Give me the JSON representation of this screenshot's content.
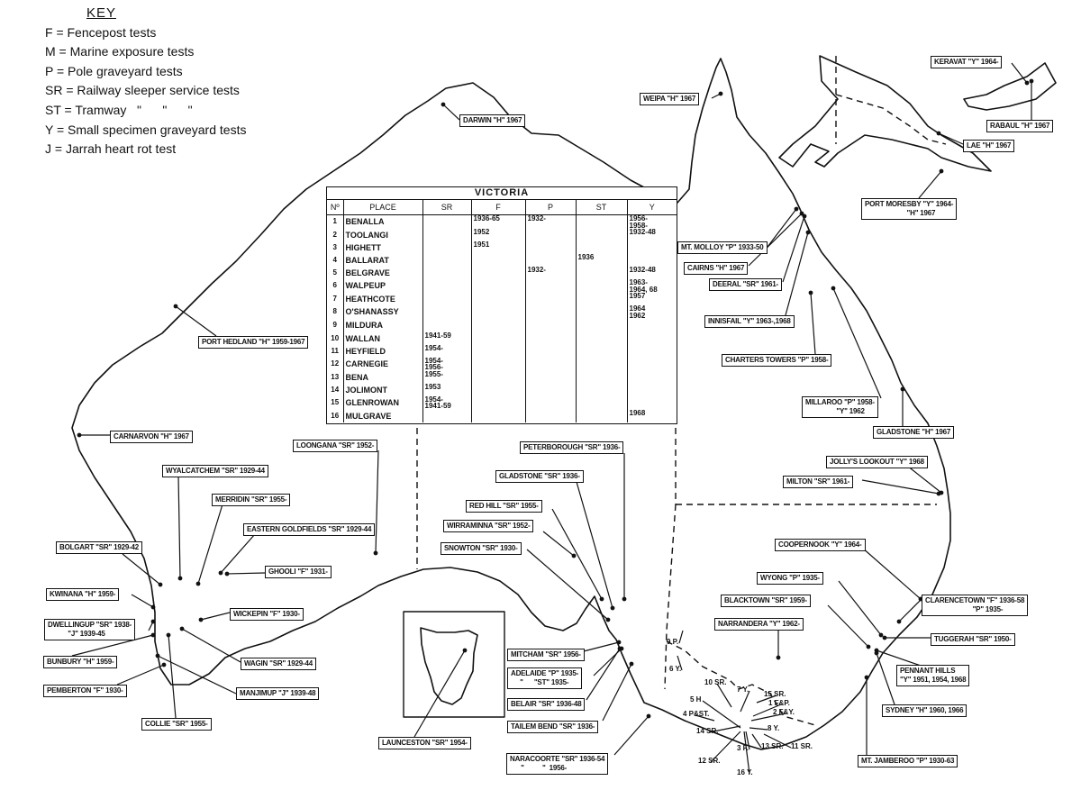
{
  "key": {
    "title": "KEY",
    "items": [
      "F = Fencepost tests",
      "M = Marine exposure tests",
      "P = Pole graveyard tests",
      "SR = Railway sleeper service tests",
      "ST = Tramway   \"      \"      \"",
      "Y = Small specimen graveyard tests",
      "J = Jarrah heart rot test"
    ]
  },
  "victoria_table": {
    "title": "VICTORIA",
    "headers": [
      "Nº",
      "PLACE",
      "SR",
      "F",
      "P",
      "ST",
      "Y"
    ],
    "rows": [
      {
        "no": "1",
        "place": "BENALLA",
        "sr": "",
        "f": "1936-65",
        "p": "1932-",
        "st": "",
        "y": "1956-\n1958-"
      },
      {
        "no": "2",
        "place": "TOOLANGI",
        "sr": "",
        "f": "1952",
        "p": "",
        "st": "",
        "y": "1932-48"
      },
      {
        "no": "3",
        "place": "HIGHETT",
        "sr": "",
        "f": "1951",
        "p": "",
        "st": "",
        "y": ""
      },
      {
        "no": "4",
        "place": "BALLARAT",
        "sr": "",
        "f": "",
        "p": "",
        "st": "1936",
        "y": ""
      },
      {
        "no": "5",
        "place": "BELGRAVE",
        "sr": "",
        "f": "",
        "p": "1932-",
        "st": "",
        "y": "1932-48"
      },
      {
        "no": "6",
        "place": "WALPEUP",
        "sr": "",
        "f": "",
        "p": "",
        "st": "",
        "y": "1963-\n1964, 68"
      },
      {
        "no": "7",
        "place": "HEATHCOTE",
        "sr": "",
        "f": "",
        "p": "",
        "st": "",
        "y": "1957"
      },
      {
        "no": "8",
        "place": "O'SHANASSY",
        "sr": "",
        "f": "",
        "p": "",
        "st": "",
        "y": "1964\n1962"
      },
      {
        "no": "9",
        "place": "MILDURA",
        "sr": "",
        "f": "",
        "p": "",
        "st": "",
        "y": ""
      },
      {
        "no": "10",
        "place": "WALLAN",
        "sr": "1941-59",
        "f": "",
        "p": "",
        "st": "",
        "y": ""
      },
      {
        "no": "11",
        "place": "HEYFIELD",
        "sr": "1954-",
        "f": "",
        "p": "",
        "st": "",
        "y": ""
      },
      {
        "no": "12",
        "place": "CARNEGIE",
        "sr": "1954-\n1956-",
        "f": "",
        "p": "",
        "st": "",
        "y": ""
      },
      {
        "no": "13",
        "place": "BENA",
        "sr": "1955-",
        "f": "",
        "p": "",
        "st": "",
        "y": ""
      },
      {
        "no": "14",
        "place": "JOLIMONT",
        "sr": "1953",
        "f": "",
        "p": "",
        "st": "",
        "y": ""
      },
      {
        "no": "15",
        "place": "GLENROWAN",
        "sr": "1954-\n1941-59",
        "f": "",
        "p": "",
        "st": "",
        "y": ""
      },
      {
        "no": "16",
        "place": "MULGRAVE",
        "sr": "",
        "f": "",
        "p": "",
        "st": "",
        "y": "1968"
      }
    ]
  },
  "callouts": [
    "DARWIN \"H\" 1967",
    "WEIPA \"H\" 1967",
    "KERAVAT \"Y\" 1964-",
    "RABAUL \"H\" 1967",
    "LAE \"H\" 1967",
    "PORT MORESBY \"Y\" 1964-\n                       \"H\" 1967",
    "MT. MOLLOY \"P\" 1933-50",
    "CAIRNS \"H\" 1967",
    "DEERAL \"SR\" 1961-",
    "INNISFAIL \"Y\" 1963-,1968",
    "CHARTERS TOWERS \"P\" 1958-",
    "MILLAROO \"P\" 1958-\n                 \"Y\" 1962",
    "GLADSTONE \"H\" 1967",
    "JOLLY'S LOOKOUT \"Y\" 1968",
    "MILTON \"SR\" 1961-",
    "COOPERNOOK \"Y\" 1964-",
    "WYONG \"P\" 1935-",
    "BLACKTOWN \"SR\" 1959-",
    "NARRANDERA \"Y\" 1962-",
    "CLARENCETOWN \"F\" 1936-58\n                          \"P\" 1935-",
    "TUGGERAH \"SR\" 1950-",
    "PENNANT HILLS\n\"Y\" 1951, 1954, 1968",
    "SYDNEY \"H\" 1960, 1966",
    "MT. JAMBEROO \"P\" 1930-63",
    "PORT HEDLAND \"H\" 1959-1967",
    "CARNARVON \"H\" 1967",
    "LOONGANA \"SR\" 1952-",
    "WYALCATCHEM \"SR\" 1929-44",
    "MERRIDIN \"SR\" 1955-",
    "EASTERN GOLDFIELDS \"SR\" 1929-44",
    "BOLGART \"SR\" 1929-42",
    "GHOOLI \"F\" 1931-",
    "KWINANA \"H\" 1959-",
    "WICKEPIN \"F\" 1930-",
    "DWELLINGUP \"SR\" 1938-\n           \"J\" 1939-45",
    "BUNBURY \"H\" 1959-",
    "WAGIN \"SR\" 1929-44",
    "PEMBERTON \"F\" 1930-",
    "MANJIMUP \"J\" 1939-48",
    "COLLIE \"SR\" 1955-",
    "PETERBOROUGH \"SR\" 1936-",
    "GLADSTONE \"SR\" 1936-",
    "RED HILL \"SR\" 1955-",
    "WIRRAMINNA \"SR\" 1952-",
    "SNOWTON \"SR\" 1930-",
    "MITCHAM \"SR\" 1956-",
    "ADELAIDE \"P\" 1935-\n     \"      \"ST\" 1935-",
    "BELAIR \"SR\" 1936-48",
    "TAILEM BEND \"SR\" 1936-",
    "LAUNCESTON \"SR\" 1954-",
    "NARACOORTE \"SR\" 1936-54\n      \"          \"  1956-"
  ],
  "victoria_markers": [
    "9 P.",
    "6 Y.",
    "10 SR.",
    "7 Y.",
    "15 SR.",
    "1 F&P.",
    "2 F&Y.",
    "5 H",
    "4 P&ST.",
    "8 Y.",
    "14 SR.",
    "13 SR.",
    "11 SR.",
    "12 SR.",
    "3 F.",
    "16 Y."
  ]
}
